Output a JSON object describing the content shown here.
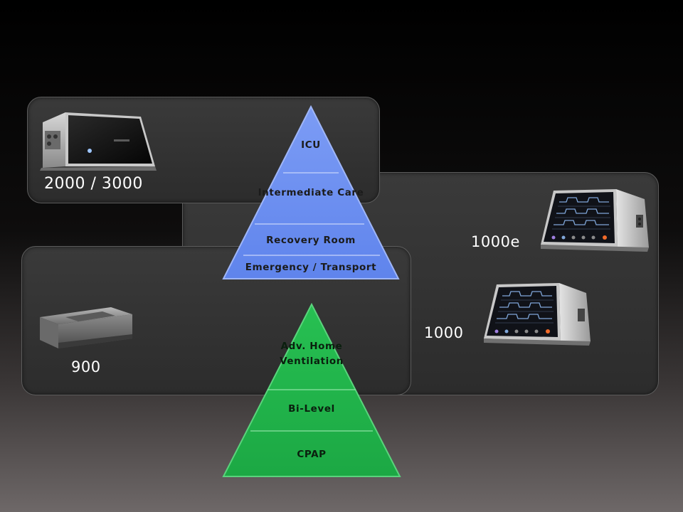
{
  "devices": {
    "d2000": {
      "label": "2000 / 3000",
      "icon": "ventilator-2000-3000-icon"
    },
    "d1000e": {
      "label": "1000e",
      "icon": "ventilator-1000e-icon"
    },
    "d1000": {
      "label": "1000",
      "icon": "ventilator-1000-icon"
    },
    "d900": {
      "label": "900",
      "icon": "ventilator-900-icon"
    }
  },
  "pyramids": {
    "hospital": {
      "color": "#6b8ff0",
      "tiers": [
        {
          "label": "ICU"
        },
        {
          "label": "Intermediate Care"
        },
        {
          "label": "Recovery Room"
        },
        {
          "label": "Emergency / Transport"
        }
      ]
    },
    "home": {
      "color": "#21b44a",
      "tiers": [
        {
          "label": "Adv. Home Ventilation"
        },
        {
          "label": "Bi-Level"
        },
        {
          "label": "CPAP"
        }
      ]
    }
  },
  "colors": {
    "panel": "#333333",
    "hospital_pyramid": "#6b8ff0",
    "home_pyramid": "#21b44a",
    "label_text": "#ffffff"
  }
}
